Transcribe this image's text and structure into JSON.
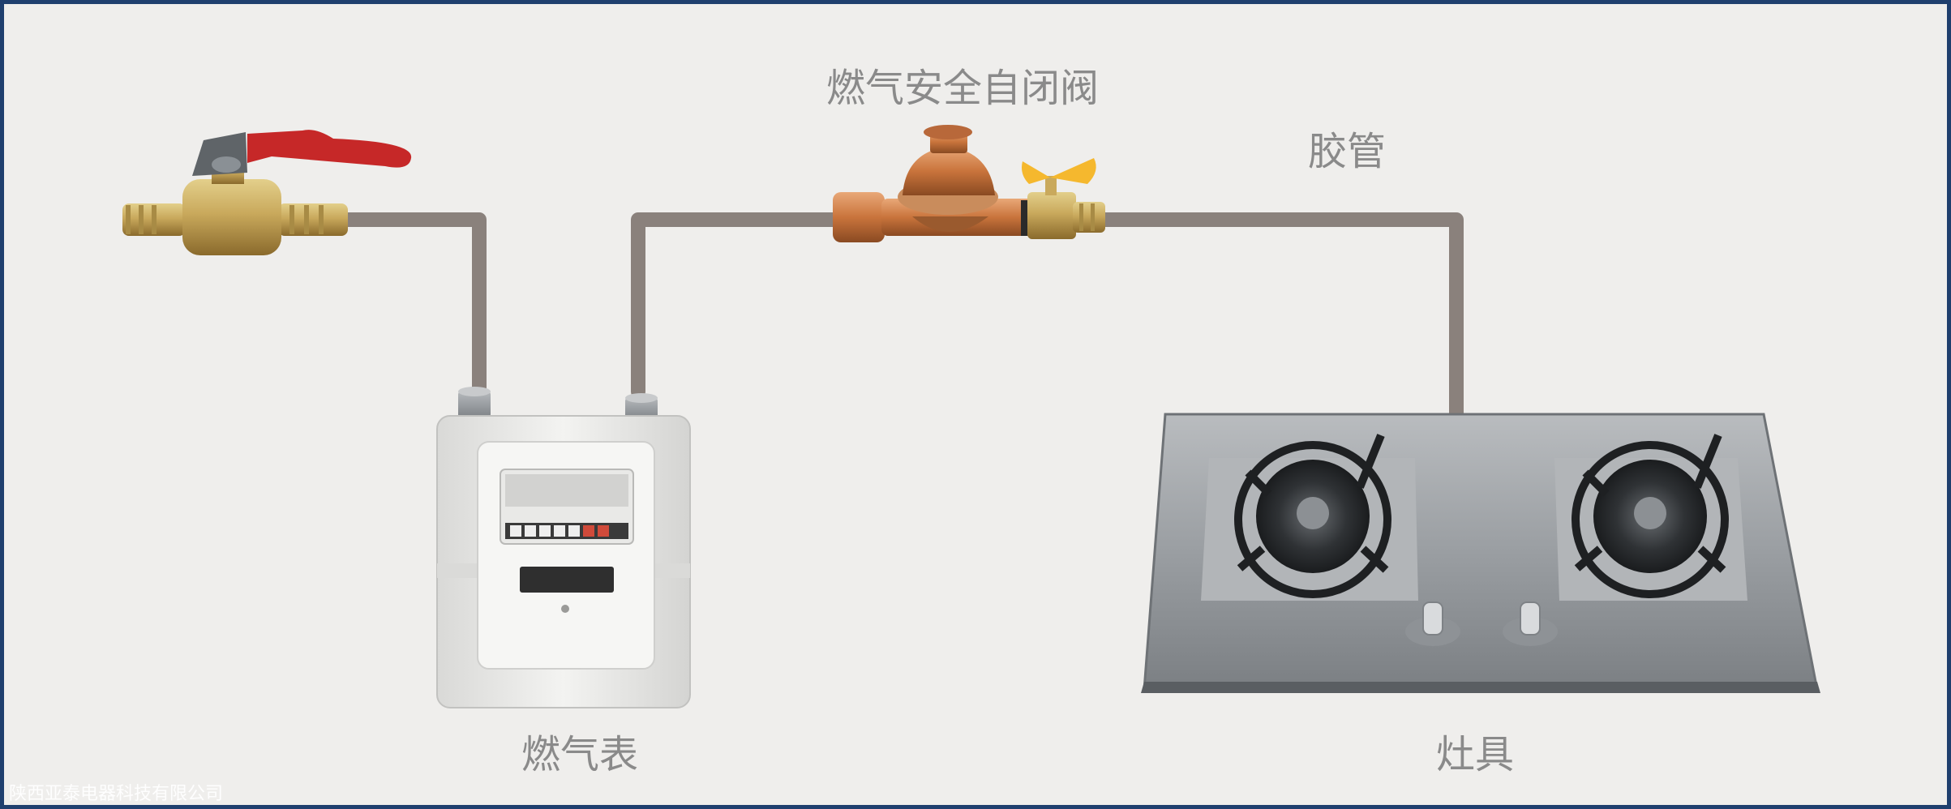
{
  "labels": {
    "safety_valve": "燃气安全自闭阀",
    "hose": "胶管",
    "gas_meter": "燃气表",
    "stove": "灶具"
  },
  "watermark": "陕西亚泰电器科技有限公司",
  "colors": {
    "background": "#efeeec",
    "border": "#1f3f6e",
    "pipe": "#8a817c",
    "label": "#8a8a8a"
  },
  "icons": {
    "ball_valve": "ball-valve-icon",
    "safety_valve": "safety-shutoff-valve-icon",
    "gas_meter": "gas-meter-icon",
    "stove": "gas-stove-icon"
  }
}
